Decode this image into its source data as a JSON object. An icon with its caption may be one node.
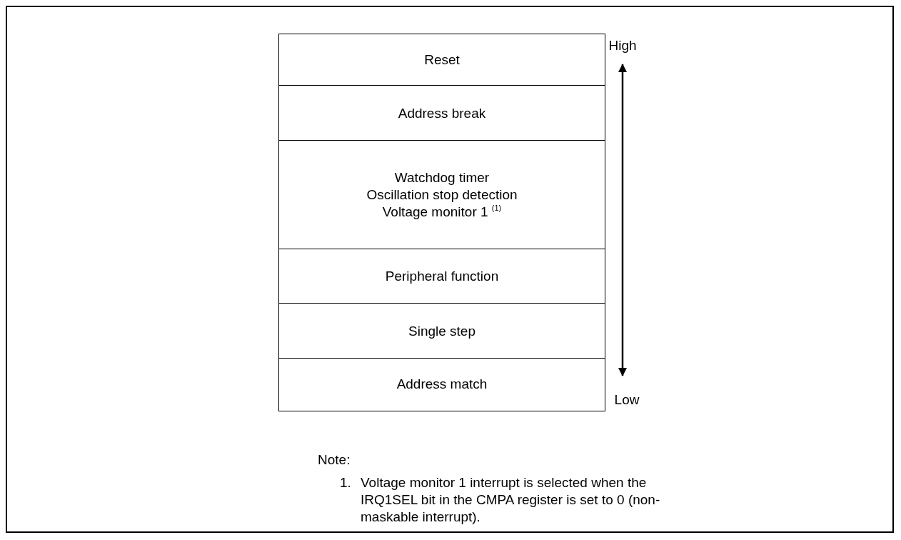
{
  "diagram": {
    "nodes": [
      {
        "text": [
          "Reset"
        ]
      },
      {
        "text": [
          "Address break"
        ]
      },
      {
        "text": [
          "Watchdog timer",
          "Oscillation stop detection",
          "Voltage monitor 1 $^{(1)}$"
        ]
      },
      {
        "text": [
          "Peripheral function"
        ]
      },
      {
        "text": [
          "Single step"
        ]
      },
      {
        "text": [
          "Address match"
        ]
      },
      {
        "text": [
          "High"
        ]
      },
      {
        "text": [
          "Low"
        ]
      }
    ],
    "edges": [
      {
        "from": 6,
        "to": 7,
        "arrow": "both"
      }
    ],
    "labels": [
      "Note:",
      "1.",
      "Voltage monitor 1 interrupt is selected when the IRQ1SEL bit in the CMPA register is set to 0 (non-maskable interrupt)."
    ]
  }
}
